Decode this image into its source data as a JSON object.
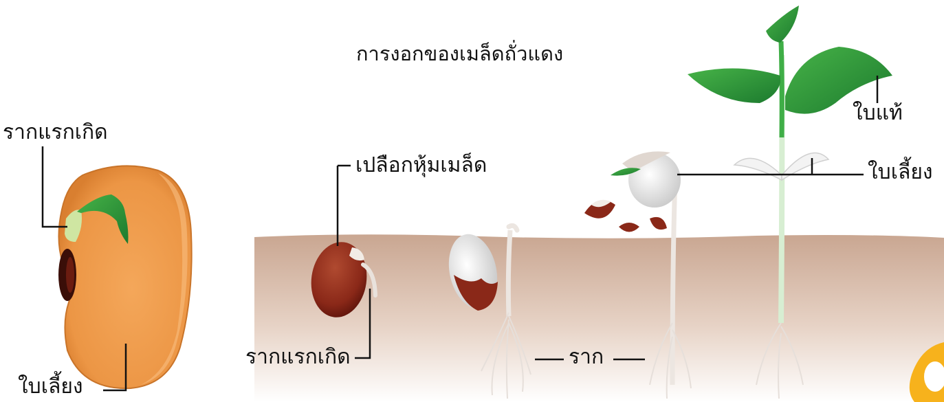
{
  "title": "การงอกของเมล็ดถั่วแดง",
  "labels": {
    "left_radicle": "รากแรกเกิด",
    "left_cotyledon": "ใบเลี้ยง",
    "seed_coat": "เปลือกหุ้มเมล็ด",
    "radicle": "รากแรกเกิด",
    "root": "ราก",
    "true_leaf": "ใบแท้",
    "cotyledon": "ใบเลี้ยง"
  },
  "colors": {
    "soil_top": "#c9a691",
    "soil_bottom": "#ffffff",
    "bean_orange": "#f0a053",
    "bean_red": "#8f2a1c",
    "leaf_green": "#2a9a3a",
    "stem": "#d7eed2",
    "leader": "#111111",
    "corner_accent": "#f7b21c"
  }
}
